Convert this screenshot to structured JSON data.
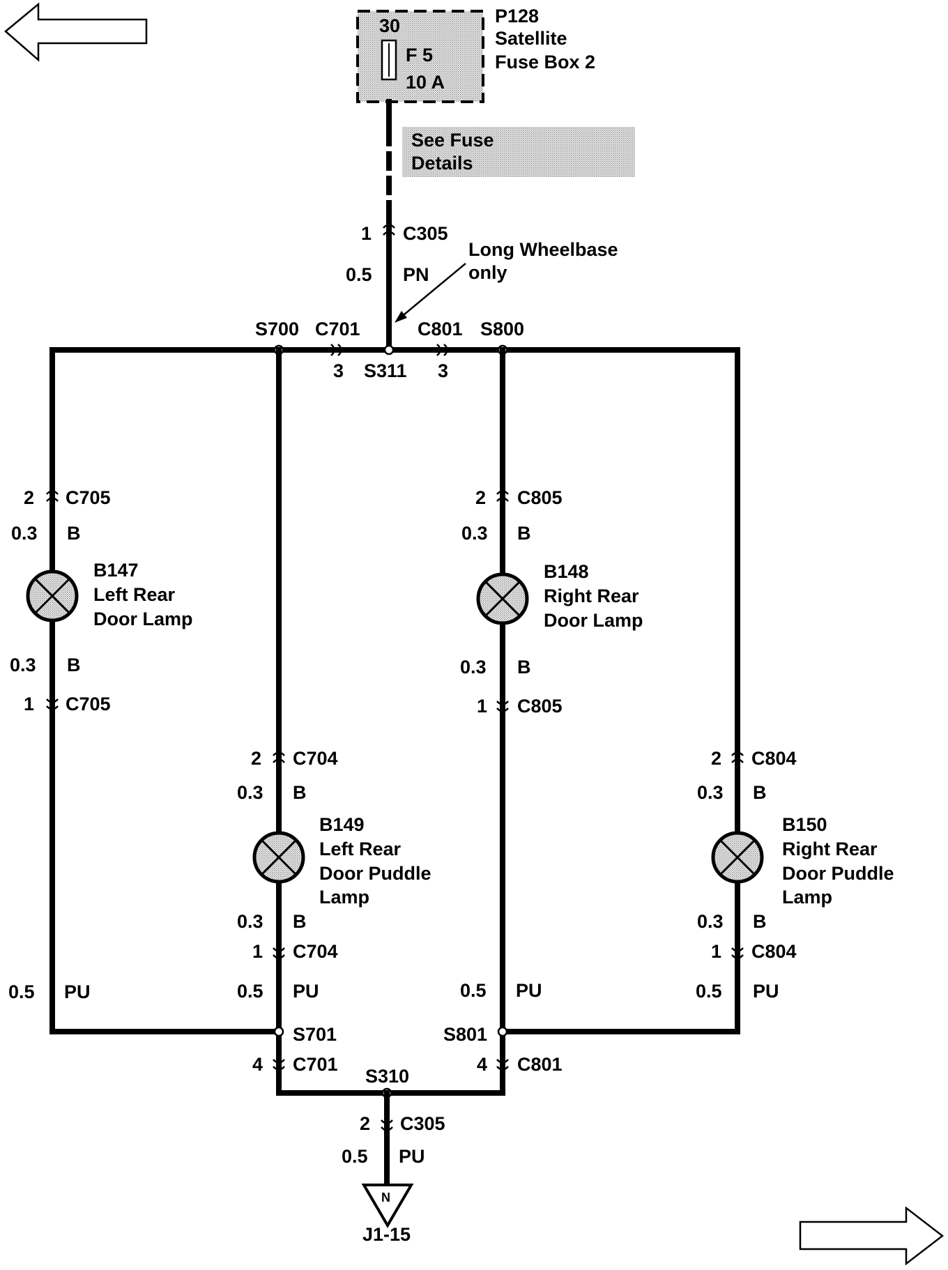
{
  "nav": {
    "prev_arrow_icon": "left-arrow-outline",
    "next_arrow_icon": "right-arrow-outline"
  },
  "fuse_box": {
    "id": "P128",
    "name_line1": "Satellite",
    "name_line2": "Fuse Box 2",
    "terminal": "30",
    "fuse": "F 5",
    "rating": "10 A"
  },
  "fuse_note": {
    "line1": "See Fuse",
    "line2": "Details"
  },
  "feed": {
    "connector": "C305",
    "pin": "1",
    "gauge": "0.5",
    "color": "PN"
  },
  "annotation": {
    "line1": "Long Wheelbase",
    "line2": "only"
  },
  "top_bus": {
    "splice_left": "S700",
    "connector_left": "C701",
    "connector_left_pin": "3",
    "splice_center": "S311",
    "connector_right": "C801",
    "connector_right_pin": "3",
    "splice_right": "S800"
  },
  "lamps": {
    "b147": {
      "id": "B147",
      "name_line1": "Left Rear",
      "name_line2": "Door Lamp",
      "conn_top": "C705",
      "pin_top": "2",
      "gauge_top": "0.3",
      "color_top": "B",
      "gauge_bot": "0.3",
      "color_bot": "B",
      "conn_bot": "C705",
      "pin_bot": "1",
      "gauge_ret": "0.5",
      "color_ret": "PU"
    },
    "b148": {
      "id": "B148",
      "name_line1": "Right Rear",
      "name_line2": "Door Lamp",
      "conn_top": "C805",
      "pin_top": "2",
      "gauge_top": "0.3",
      "color_top": "B",
      "gauge_bot": "0.3",
      "color_bot": "B",
      "conn_bot": "C805",
      "pin_bot": "1",
      "gauge_ret": "0.5",
      "color_ret": "PU"
    },
    "b149": {
      "id": "B149",
      "name_line1": "Left Rear",
      "name_line2": "Door Puddle",
      "name_line3": "Lamp",
      "conn_top": "C704",
      "pin_top": "2",
      "gauge_top": "0.3",
      "color_top": "B",
      "gauge_bot": "0.3",
      "color_bot": "B",
      "conn_bot": "C704",
      "pin_bot": "1",
      "gauge_ret": "0.5",
      "color_ret": "PU"
    },
    "b150": {
      "id": "B150",
      "name_line1": "Right Rear",
      "name_line2": "Door Puddle",
      "name_line3": "Lamp",
      "conn_top": "C804",
      "pin_top": "2",
      "gauge_top": "0.3",
      "color_top": "B",
      "gauge_bot": "0.3",
      "color_bot": "B",
      "conn_bot": "C804",
      "pin_bot": "1",
      "gauge_ret": "0.5",
      "color_ret": "PU"
    }
  },
  "bottom_bus": {
    "splice_left": "S701",
    "connector_left": "C701",
    "connector_left_pin": "4",
    "splice_right": "S801",
    "connector_right": "C801",
    "connector_right_pin": "4",
    "splice_center": "S310"
  },
  "ground": {
    "connector": "C305",
    "pin": "2",
    "gauge": "0.5",
    "color": "PU",
    "symbol": "N",
    "terminal": "J1-15"
  }
}
